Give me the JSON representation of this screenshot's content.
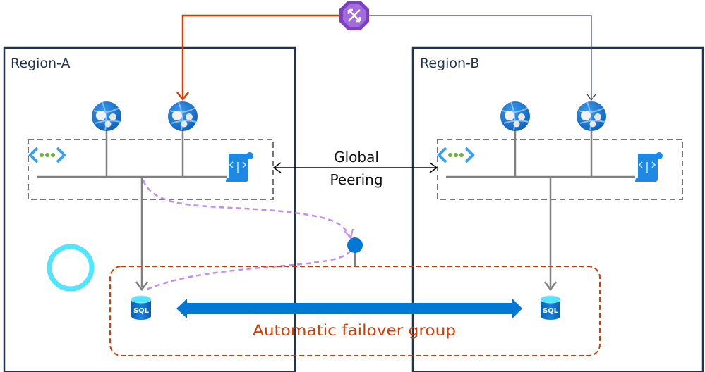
{
  "regions": [
    {
      "label": "Region-A"
    },
    {
      "label": "Region-B"
    }
  ],
  "peering": {
    "line1": "Global",
    "line2": "Peering"
  },
  "failover_group": {
    "label": "Automatic failover group"
  },
  "sql": {
    "label": "SQL"
  },
  "colors": {
    "region_border": "#1f3354",
    "primary_route": "#d83b01",
    "secondary_route": "#3a3f7a",
    "private_link": "#c38cf5",
    "failover": "#d83b01",
    "replication_arrow": "#0078d4",
    "highlight_ring": "#50e6ff",
    "traffic_manager": "#7b3fbf"
  },
  "icons": [
    "traffic-manager-icon",
    "web-app-icon",
    "virtual-network-icon",
    "route-table-icon",
    "sql-database-icon",
    "private-endpoint-icon"
  ]
}
